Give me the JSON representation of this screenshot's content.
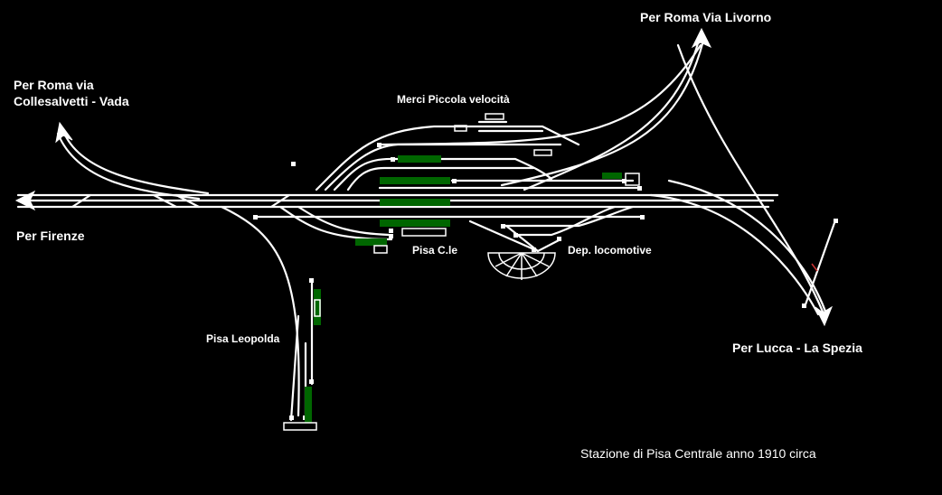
{
  "labels": {
    "roma_livorno": "Per Roma Via Livorno",
    "roma_vada": "Per Roma via\nCollesalvetti - Vada",
    "firenze": "Per Firenze",
    "lucca": "Per Lucca - La Spezia",
    "merci": "Merci Piccola velocità",
    "pisa_cle": "Pisa C.le",
    "deposito": "Dep. locomotive",
    "leopolda": "Pisa Leopolda",
    "caption": "Stazione di Pisa Centrale anno 1910 circa"
  },
  "colors": {
    "background": "#000000",
    "track": "#ffffff",
    "platform": "#006600",
    "signal": "#cc3333"
  }
}
